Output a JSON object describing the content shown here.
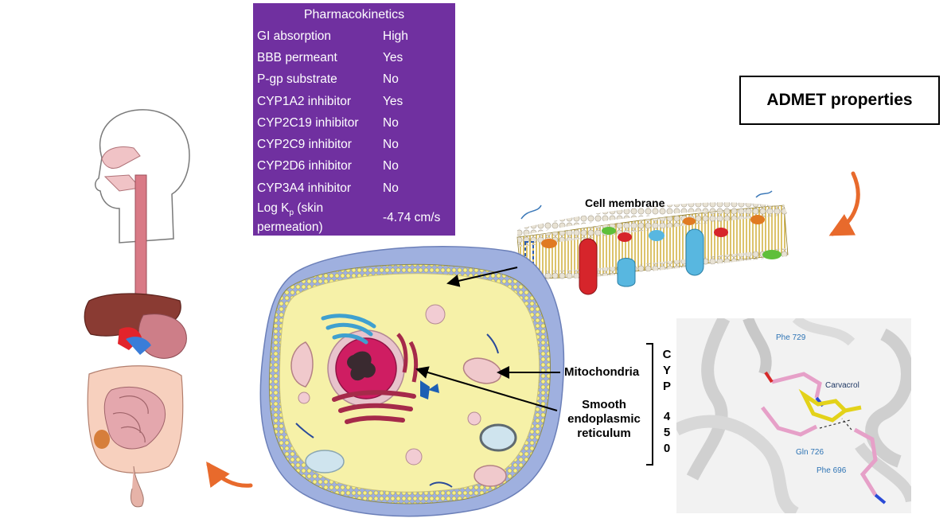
{
  "pharmacokinetics": {
    "title": "Pharmacokinetics",
    "rows": [
      {
        "name": "GI absorption",
        "value": "High"
      },
      {
        "name": "BBB permeant",
        "value": "Yes"
      },
      {
        "name": "P-gp substrate",
        "value": "No"
      },
      {
        "name": "CYP1A2 inhibitor",
        "value": "Yes"
      },
      {
        "name": "CYP2C19 inhibitor",
        "value": "No"
      },
      {
        "name": "CYP2C9 inhibitor",
        "value": "No"
      },
      {
        "name": "CYP2D6 inhibitor",
        "value": "No"
      },
      {
        "name": "CYP3A4 inhibitor",
        "value": "No"
      }
    ],
    "log_kp": {
      "prefix": "Log K",
      "sub": "p",
      "suffix": " (skin permeation)",
      "value": "-4.74 cm/s"
    }
  },
  "admet_title": "ADMET properties",
  "labels": {
    "cell_membrane": "Cell membrane",
    "mitochondria": "Mitochondria",
    "smooth_er": "Smooth endoplasmic reticulum",
    "cyp_letters": [
      "C",
      "Y",
      "P",
      "4",
      "5",
      "0"
    ]
  },
  "docking": {
    "phe729": "Phe 729",
    "carvacrol": "Carvacrol",
    "gln726": "Gln 726",
    "phe696": "Phe 696"
  },
  "colors": {
    "table_bg": "#7030a0",
    "arrow_orange": "#e86a2c",
    "cell_yellow": "#f6f1a8",
    "membrane_blue": "#9fb0df"
  }
}
